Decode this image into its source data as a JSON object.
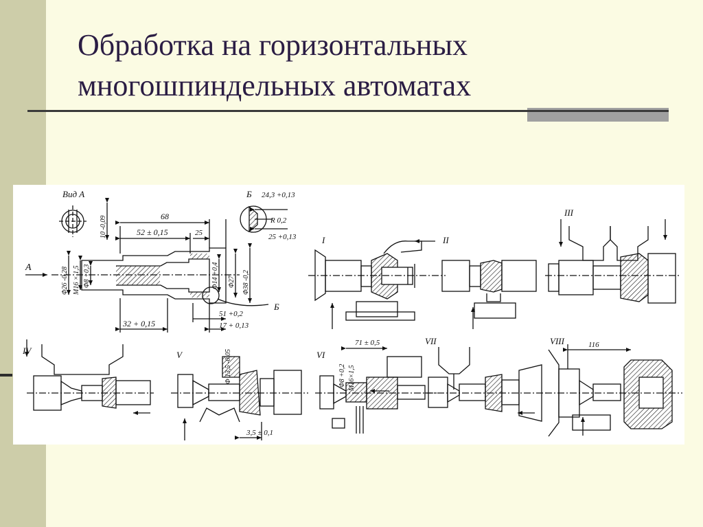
{
  "slide": {
    "title": "Обработка на горизонтальных многошпиндельных автоматах"
  },
  "figure": {
    "view_label": "Вид А",
    "section_label": "Б",
    "arrow_label": "А",
    "dims": {
      "d68": "68",
      "d52": "52 ± 0,15",
      "d25": "25",
      "d243": "24,3 +0,13",
      "r02": "R 0,2",
      "d25b": "25 +0,13",
      "d32": "32 + 0,15",
      "d51": "51 +0,2",
      "d17": "17 + 0,13",
      "dia26": "Φ26 -0,28",
      "m16": "M16 × 1,5",
      "dia8": "Φ8 +0,3",
      "dia14": "Φ14 +0,4",
      "dia27": "Φ27",
      "dia38": "Φ38 -0,2",
      "ten": "10 -0,09",
      "dia135": "Φ 13,5 -0,05",
      "d35": "3,5 ± 0,1",
      "d71": "71 ± 0,5",
      "dia8b": "Φ8 +0,2",
      "m16b": "M16×1,5",
      "d116": "116"
    },
    "positions": [
      "I",
      "II",
      "III",
      "IV",
      "V",
      "VI",
      "VII",
      "VIII"
    ],
    "colors": {
      "ink": "#111111",
      "hatch": "#222222",
      "paper": "#ffffff"
    }
  }
}
